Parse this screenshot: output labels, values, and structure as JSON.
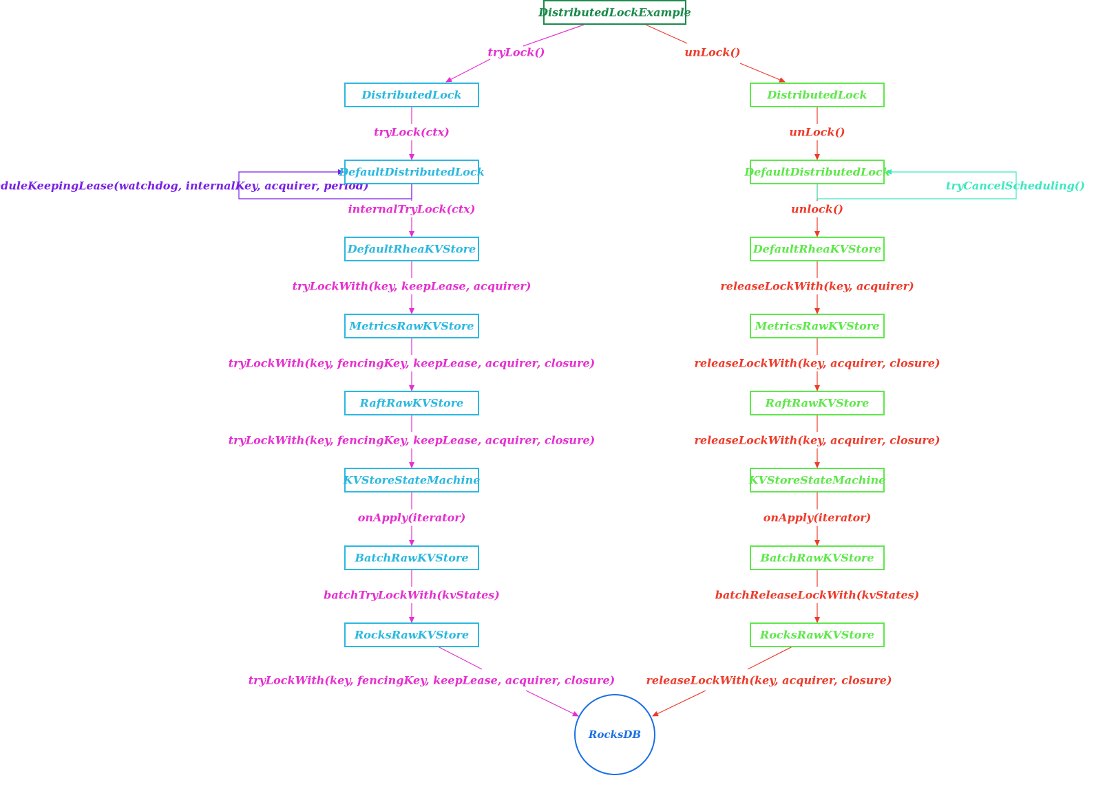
{
  "colors": {
    "root": "#1a8a4a",
    "left_node": "#2bb8e0",
    "right_node": "#5ee84a",
    "left_call": "#e62fd0",
    "right_call": "#ee3b2b",
    "schedule": "#7a22e6",
    "cancel": "#3de8c0",
    "rocksdb": "#1a6fe6"
  },
  "root": {
    "label": "DistributedLockExample"
  },
  "root_calls": {
    "left": "tryLock()",
    "right": "unLock()"
  },
  "left_chain": [
    "DistributedLock",
    "DefaultDistributedLock",
    "DefaultRheaKVStore",
    "MetricsRawKVStore",
    "RaftRawKVStore",
    "KVStoreStateMachine",
    "BatchRawKVStore",
    "RocksRawKVStore"
  ],
  "left_calls": [
    "tryLock(ctx)",
    "internalTryLock(ctx)",
    "tryLockWith(key, keepLease, acquirer)",
    "tryLockWith(key, fencingKey, keepLease, acquirer, closure)",
    "tryLockWith(key, fencingKey, keepLease, acquirer, closure)",
    "onApply(iterator)",
    "batchTryLockWith(kvStates)",
    "tryLockWith(key, fencingKey, keepLease, acquirer, closure)"
  ],
  "right_chain": [
    "DistributedLock",
    "DefaultDistributedLock",
    "DefaultRheaKVStore",
    "MetricsRawKVStore",
    "RaftRawKVStore",
    "KVStoreStateMachine",
    "BatchRawKVStore",
    "RocksRawKVStore"
  ],
  "right_calls": [
    "unLock()",
    "unlock()",
    "releaseLockWith(key, acquirer)",
    "releaseLockWith(key, acquirer, closure)",
    "releaseLockWith(key, acquirer, closure)",
    "onApply(iterator)",
    "batchReleaseLockWith(kvStates)",
    "releaseLockWith(key, acquirer, closure)"
  ],
  "self_calls": {
    "left": "scheduleKeepingLease(watchdog, internalKey, acquirer, period)",
    "right": "tryCancelScheduling()"
  },
  "terminal": {
    "label": "RocksDB"
  }
}
